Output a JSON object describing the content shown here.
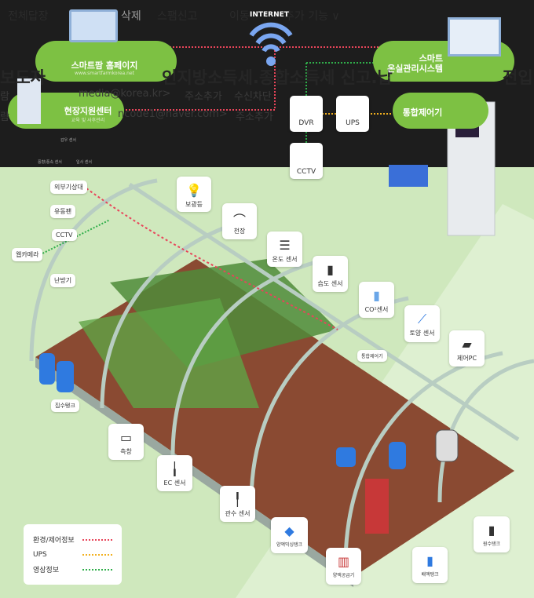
{
  "mail_overlay": {
    "toolbar": [
      "전체답장",
      "삭제",
      "스팸신고",
      "이동",
      "추가 기능 ∨"
    ],
    "subject_left": "보도자",
    "subject_mid": "인지방소득세.종합소득세 신고.납",
    "subject_right": "전입",
    "from_prefix": "람",
    "from_email": "media@korea.kr>",
    "to_prefix": "람",
    "to_email": "ncode1@naver.com>",
    "add_address": "주소추가",
    "block_sender": "수신차단"
  },
  "network": {
    "internet": "INTERNET",
    "homepage_title": "스마트팜 홈페이지",
    "homepage_url": "www.smartfarmkorea.net",
    "support_center": "현장지원센터",
    "support_center_sub": "교육 및 사후관리",
    "greenhouse_system_line1": "스마트",
    "greenhouse_system_line2": "온실관리시스템",
    "integrated_controller": "통합제어기",
    "dvr": "DVR",
    "ups": "UPS",
    "cctv": "CCTV"
  },
  "weather_station": {
    "rain": "감우 센서",
    "wind": "풍향/풍속 센서",
    "solar": "일사 센서"
  },
  "left_labels": [
    "외부기상대",
    "유동팬",
    "CCTV",
    "웹카메라",
    "난방기"
  ],
  "cards": {
    "supplemental_light": "보광등",
    "roof": "천장",
    "temp_sensor": "온도 센서",
    "humidity_sensor": "습도 센서",
    "co2_sensor": "CO²센서",
    "soil_sensor": "토양 센서",
    "control_pc": "제어PC",
    "controller_small": "통합제어기",
    "collection_tank": "집수탱크",
    "side_window": "측창",
    "ec_sensor": "EC 센서",
    "irrigation_sensor": "관수 센서",
    "mixing_tank": "양액믹싱탱크",
    "nutrient_supplier": "양액공급기",
    "drain_tank": "배액탱크",
    "raw_water_tank": "원수탱크"
  },
  "legend": [
    {
      "label": "환경/제어정보",
      "color": "#e8455a"
    },
    {
      "label": "UPS",
      "color": "#f2b01e"
    },
    {
      "label": "영상정보",
      "color": "#2fae4a"
    }
  ],
  "colors": {
    "pill_green": "#7dc143",
    "dark_bg": "#1d1d1d",
    "field_green": "#cfe8bd",
    "floor_brown": "#8a4a32"
  }
}
